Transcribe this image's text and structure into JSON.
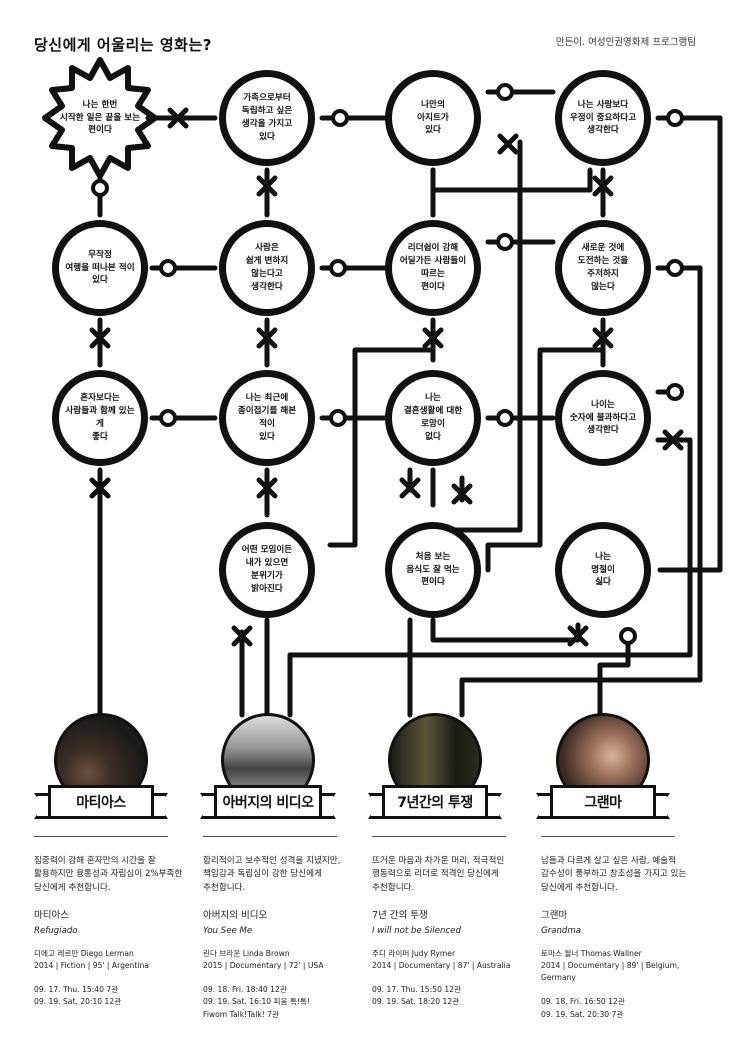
{
  "header": {
    "title": "당신에게 어울리는 영화는?",
    "credit": "만든이. 여성인권영화제 프로그램팀"
  },
  "questions": [
    {
      "id": "q1",
      "text": "나는 한번\n시작한 일은 끝을 보는\n편이다"
    },
    {
      "id": "q2",
      "text": "가족으로부터\n독립하고 싶은 생각을 가지고\n있다"
    },
    {
      "id": "q3",
      "text": "나만의\n아지트가\n있다"
    },
    {
      "id": "q4",
      "text": "나는 사랑보다\n우정이 중요하다고\n생각한다"
    },
    {
      "id": "q5",
      "text": "무작정\n여행을 떠나본 적이\n있다"
    },
    {
      "id": "q6",
      "text": "사람은\n쉽게 변하지 않는다고\n생각한다"
    },
    {
      "id": "q7",
      "text": "리더쉽이 강해\n어딜가든 사람들이 따르는\n편이다"
    },
    {
      "id": "q8",
      "text": "새로운 것에\n도전하는 것을 주저하지\n않는다"
    },
    {
      "id": "q9",
      "text": "혼자보다는\n사람들과 함께 있는 게\n좋다"
    },
    {
      "id": "q10",
      "text": "나는 최근에\n종이접기를 해본 적이\n있다"
    },
    {
      "id": "q11",
      "text": "나는\n결혼생활에 대한 로망이\n없다"
    },
    {
      "id": "q12",
      "text": "나이는\n숫자에 불과하다고\n생각한다"
    },
    {
      "id": "q13",
      "text": "어떤 모임이든\n내가 있으면 분위기가\n밝아진다"
    },
    {
      "id": "q14",
      "text": "처음 보는\n음식도 잘 먹는\n편이다"
    },
    {
      "id": "q15",
      "text": "나는\n명절이\n싫다"
    }
  ],
  "movies": [
    {
      "id": "m1",
      "banner": "마티아스",
      "desc": "집중력이 강해 혼자만의 시간을 잘 활용하지만 융통성과 자립심이 2%부족한 당신에게 추천합니다.",
      "title_kr": "마티아스",
      "title_en": "Refugiado",
      "director": "디에고 레르만 Diego Lerman",
      "meta": "2014 | Fiction | 95' | Argentina",
      "schedule": [
        "09. 17. Thu. 15:40 7관",
        "09. 19. Sat. 20:10 12관"
      ]
    },
    {
      "id": "m2",
      "banner": "아버지의 비디오",
      "desc": "합리적이고 보수적인 성격을 지녔지만, 책임감과 독립심이 강한 당신에게 추천합니다.",
      "title_kr": "아버지의 비디오",
      "title_en": "You See Me",
      "director": "린다 브라운 Linda Brown",
      "meta": "2015 | Documentary | 72' | USA",
      "schedule": [
        "09. 18. Fri. 18:40 12관",
        "09. 19. Sat. 16:10 피움 톡!톡!",
        "Fiwom Talk!Talk! 7관"
      ]
    },
    {
      "id": "m3",
      "banner": "7년간의 투쟁",
      "desc": "뜨거운 마음과 차가운 머리, 적극적인 행동력으로 리더로 적격인 당신에게 추천합니다.",
      "title_kr": "7년 간의 투쟁",
      "title_en": "I will not be Silenced",
      "director": "주디 라이머 Judy Rymer",
      "meta": "2014 | Documentary | 87' | Australia",
      "schedule": [
        "09. 17. Thu. 15:50 12관",
        "09. 19. Sat. 18:20 12관"
      ]
    },
    {
      "id": "m4",
      "banner": "그랜마",
      "desc": "남들과 다르게 살고 싶은 사람, 예술적 감수성이 풍부하고 창조성을 가지고 있는 당신에게 추천합니다.",
      "title_kr": "그랜마",
      "title_en": "Grandma",
      "director": "토마스 윌너 Thomas Wallner",
      "meta": "2014 | Documentary | 89' | Belgium, Germany",
      "schedule": [
        "09. 18. Fri. 16:50 12관",
        "09. 19. Sat. 20:30 7관"
      ]
    }
  ]
}
